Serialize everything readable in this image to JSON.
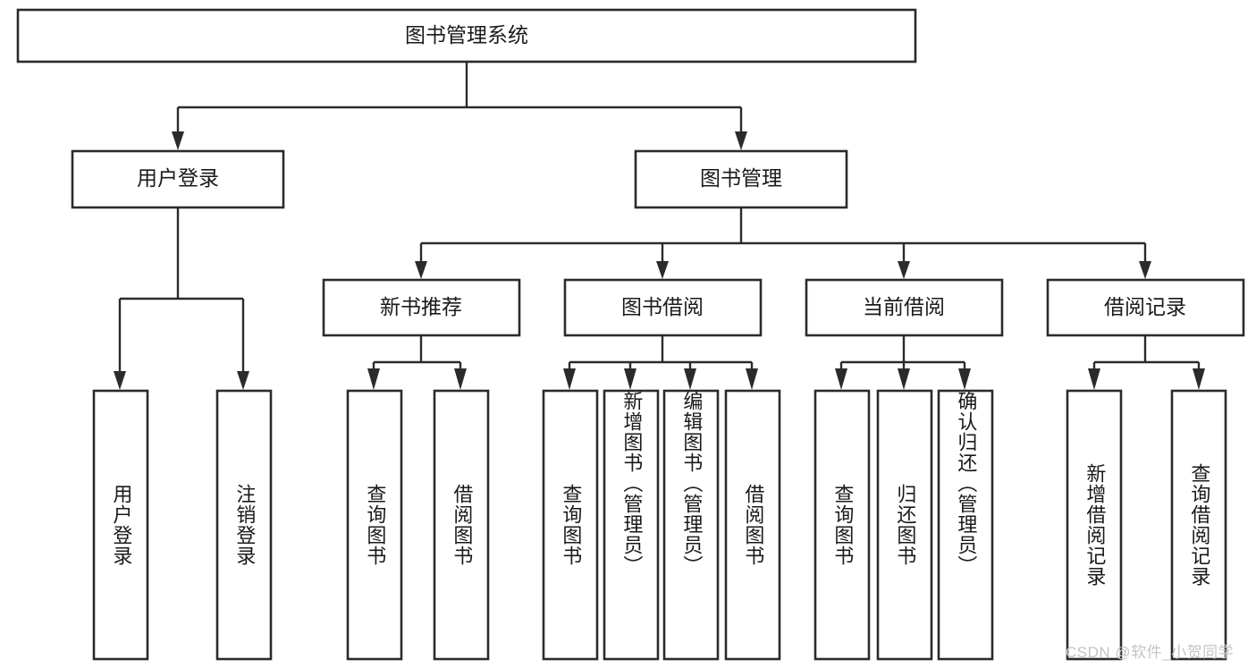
{
  "diagram": {
    "type": "tree",
    "title": "图书管理系统",
    "watermark": "CSDN @软件_小贺同学",
    "colors": {
      "box_stroke": "#2b2b2b",
      "box_fill": "#ffffff",
      "connector": "#2b2b2b",
      "text": "#1a1a1a",
      "watermark": "#c4c4c4",
      "background": "#ffffff"
    },
    "root": {
      "id": "root",
      "label": "图书管理系统"
    },
    "level2": [
      {
        "id": "user-login",
        "label": "用户登录"
      },
      {
        "id": "book-manage",
        "label": "图书管理"
      }
    ],
    "level3": [
      {
        "id": "new-book-rec",
        "label": "新书推荐",
        "parent": "book-manage"
      },
      {
        "id": "book-borrow",
        "label": "图书借阅",
        "parent": "book-manage"
      },
      {
        "id": "current-borrow",
        "label": "当前借阅",
        "parent": "book-manage"
      },
      {
        "id": "borrow-record",
        "label": "借阅记录",
        "parent": "book-manage"
      }
    ],
    "leaves": [
      {
        "id": "leaf-user-login",
        "label": "用户登录",
        "parent": "user-login"
      },
      {
        "id": "leaf-user-logout",
        "label": "注销登录",
        "parent": "user-login"
      },
      {
        "id": "leaf-query-book-1",
        "label": "查询图书",
        "parent": "new-book-rec"
      },
      {
        "id": "leaf-borrow-book-1",
        "label": "借阅图书",
        "parent": "new-book-rec"
      },
      {
        "id": "leaf-query-book-2",
        "label": "查询图书",
        "parent": "book-borrow"
      },
      {
        "id": "leaf-add-book",
        "label": "新增图书（管理员）",
        "parent": "book-borrow"
      },
      {
        "id": "leaf-edit-book",
        "label": "编辑图书（管理员）",
        "parent": "book-borrow"
      },
      {
        "id": "leaf-borrow-book-2",
        "label": "借阅图书",
        "parent": "book-borrow"
      },
      {
        "id": "leaf-query-book-3",
        "label": "查询图书",
        "parent": "current-borrow"
      },
      {
        "id": "leaf-return-book",
        "label": "归还图书",
        "parent": "current-borrow"
      },
      {
        "id": "leaf-confirm-return",
        "label": "确认归还（管理员）",
        "parent": "current-borrow"
      },
      {
        "id": "leaf-add-record",
        "label": "新增借阅记录",
        "parent": "borrow-record"
      },
      {
        "id": "leaf-query-record",
        "label": "查询借阅记录",
        "parent": "borrow-record"
      }
    ]
  }
}
